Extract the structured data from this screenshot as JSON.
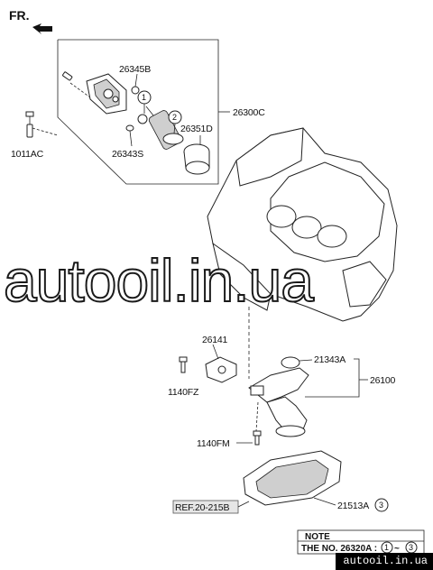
{
  "orientation": {
    "label": "FR."
  },
  "parts": {
    "filter_module": "26300C",
    "module_gasket_b": "26345B",
    "bolt_1011ac": "1011AC",
    "module_gasket_s": "26343S",
    "oring": "26351D",
    "oil_strainer_cover": "26141",
    "bolt_1140fz": "1140FZ",
    "strainer_gasket": "21343A",
    "oil_pump": "26100",
    "bolt_1140fm": "1140FM",
    "oil_pan": "21513A",
    "ref": "REF.20-215B"
  },
  "circled": {
    "c1": "1",
    "c2": "2",
    "c3": "3"
  },
  "note": {
    "title": "NOTE",
    "text": "THE NO. 26320A :",
    "range_sep": "~"
  },
  "watermark": "autooil.in.ua",
  "site_badge": "autooil.in.ua"
}
